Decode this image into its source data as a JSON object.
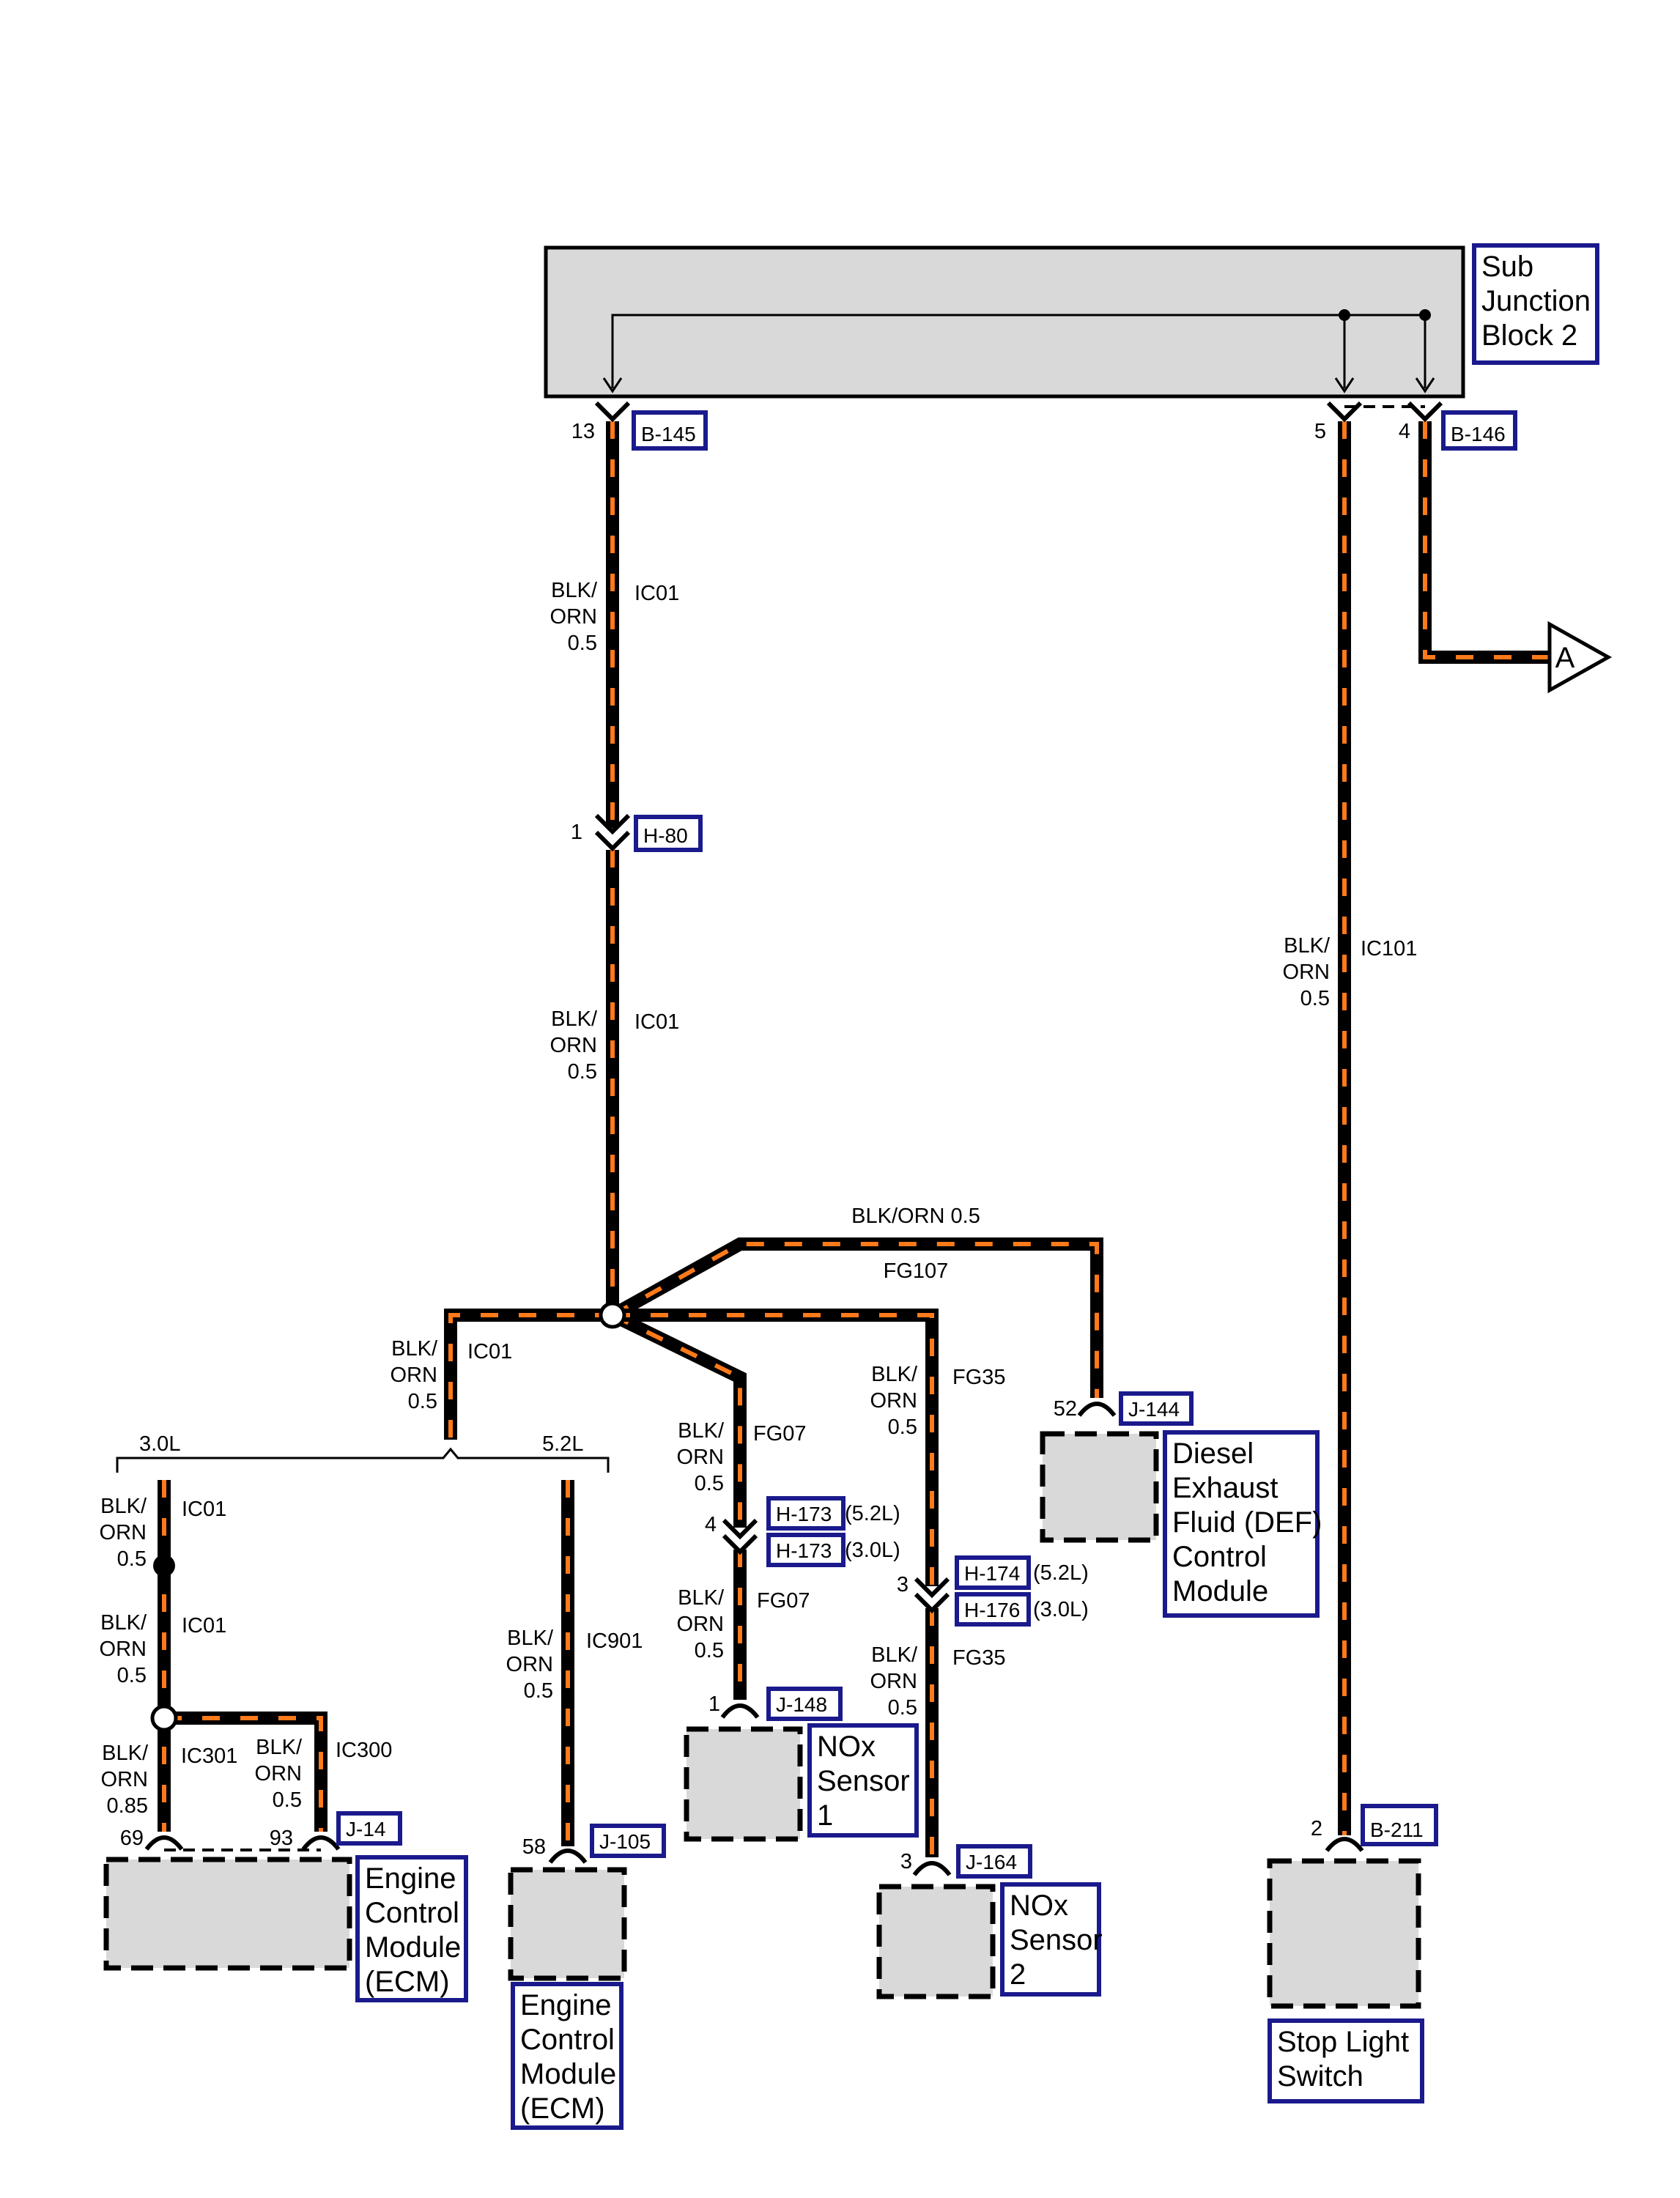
{
  "colors": {
    "wire_fill": "#000000",
    "wire_stripe": "#ff7a1a",
    "block_fill": "#d9d9d9",
    "label_box": "#1a1a8c"
  },
  "junction_block": {
    "name": "Sub Junction Block 2",
    "lines": [
      "Sub",
      "Junction",
      "Block 2"
    ]
  },
  "connectors": {
    "b145": "B-145",
    "b146": "B-146",
    "h80": "H-80",
    "j144": "J-144",
    "h173a": "H-173",
    "h173b": "H-173",
    "h174": "H-174",
    "h176": "H-176",
    "j148": "J-148",
    "j164": "J-164",
    "j14": "J-14",
    "j105": "J-105",
    "b211": "B-211"
  },
  "variants": {
    "h173a": "(5.2L)",
    "h173b": "(3.0L)",
    "h174": "(5.2L)",
    "h176": "(3.0L)",
    "left": "3.0L",
    "right": "5.2L"
  },
  "pins": {
    "p13": "13",
    "p5": "5",
    "p4": "4",
    "p1_h80": "1",
    "p52": "52",
    "p4_h173": "4",
    "p3_h174": "3",
    "p1_j148": "1",
    "p3_j164": "3",
    "p69": "69",
    "p93": "93",
    "p58": "58",
    "p2_b211": "2"
  },
  "wires": {
    "w1": {
      "color": [
        "BLK/",
        "ORN"
      ],
      "size": "0.5",
      "circuit": "IC01"
    },
    "w2": {
      "color": [
        "BLK/",
        "ORN"
      ],
      "size": "0.5",
      "circuit": "IC01"
    },
    "w_ic101": {
      "color": [
        "BLK/",
        "ORN"
      ],
      "size": "0.5",
      "circuit": "IC101"
    },
    "w_fg107": {
      "color_inline": "BLK/ORN 0.5",
      "circuit": "FG107"
    },
    "w_left": {
      "color": [
        "BLK/",
        "ORN"
      ],
      "size": "0.5",
      "circuit": "IC01"
    },
    "w_fg07a": {
      "color": [
        "BLK/",
        "ORN"
      ],
      "size": "0.5",
      "circuit": "FG07"
    },
    "w_fg35a": {
      "color": [
        "BLK/",
        "ORN"
      ],
      "size": "0.5",
      "circuit": "FG35"
    },
    "w_3l_a": {
      "color": [
        "BLK/",
        "ORN"
      ],
      "size": "0.5",
      "circuit": "IC01"
    },
    "w_3l_b": {
      "color": [
        "BLK/",
        "ORN"
      ],
      "size": "0.5",
      "circuit": "IC01"
    },
    "w_ic901": {
      "color": [
        "BLK/",
        "ORN"
      ],
      "size": "0.5",
      "circuit": "IC901"
    },
    "w_fg07b": {
      "color": [
        "BLK/",
        "ORN"
      ],
      "size": "0.5",
      "circuit": "FG07"
    },
    "w_fg35b": {
      "color": [
        "BLK/",
        "ORN"
      ],
      "size": "0.5",
      "circuit": "FG35"
    },
    "w_ic301": {
      "color": [
        "BLK/",
        "ORN"
      ],
      "size": "0.85",
      "circuit": "IC301"
    },
    "w_ic300": {
      "color": [
        "BLK/",
        "ORN"
      ],
      "size": "0.5",
      "circuit": "IC300"
    }
  },
  "components": {
    "def": {
      "lines": [
        "Diesel",
        "Exhaust",
        "Fluid (DEF)",
        "Control",
        "Module"
      ]
    },
    "nox1": {
      "lines": [
        "NOx",
        "Sensor",
        "1"
      ]
    },
    "nox2": {
      "lines": [
        "NOx",
        "Sensor",
        "2"
      ]
    },
    "ecm1": {
      "lines": [
        "Engine",
        "Control",
        "Module",
        "(ECM)"
      ]
    },
    "ecm2": {
      "lines": [
        "Engine",
        "Control",
        "Module",
        "(ECM)"
      ]
    },
    "stop": {
      "lines": [
        "Stop Light",
        "Switch"
      ]
    }
  },
  "off_page": {
    "label": "A"
  }
}
